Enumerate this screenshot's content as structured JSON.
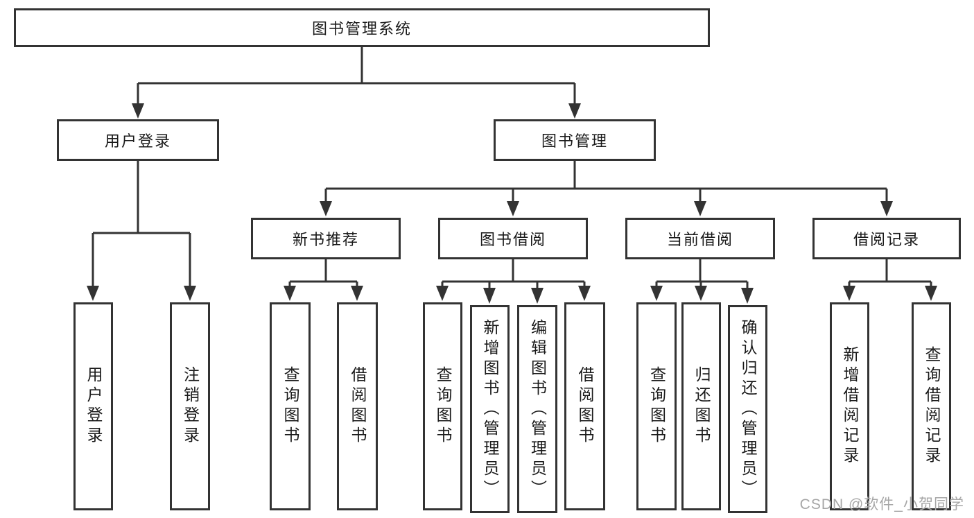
{
  "diagram": {
    "root": "图书管理系统",
    "level2": [
      "用户登录",
      "图书管理"
    ],
    "level3": [
      "新书推荐",
      "图书借阅",
      "当前借阅",
      "借阅记录"
    ],
    "leaves": {
      "user_login": [
        "用户登录",
        "注销登录"
      ],
      "new_book_rec": [
        "查询图书",
        "借阅图书"
      ],
      "book_borrow": [
        "查询图书",
        "新增图书（管理员）",
        "编辑图书（管理员）",
        "借阅图书"
      ],
      "current_borrow": [
        "查询图书",
        "归还图书",
        "确认归还（管理员）"
      ],
      "borrow_records": [
        "新增借阅记录",
        "查询借阅记录"
      ]
    }
  },
  "watermark": "CSDN @软件_小贺同学",
  "colors": {
    "line": "#333333",
    "box_border": "#333333",
    "text": "#1a1a1a",
    "background": "#ffffff",
    "watermark": "#a6a6a6"
  }
}
